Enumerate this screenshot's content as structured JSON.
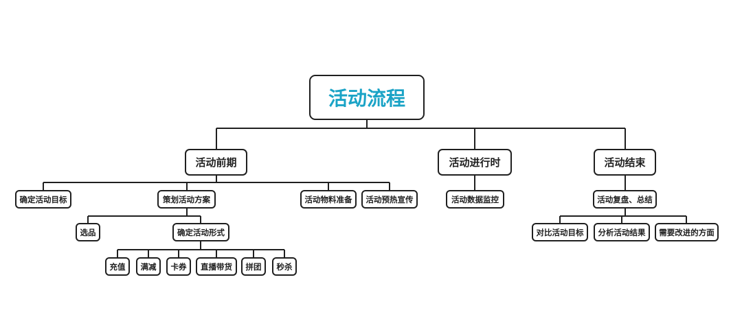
{
  "colors": {
    "root_text": "#1aa3c6",
    "line": "#1f1f1f",
    "node_border": "#1f1f1f"
  },
  "root": {
    "label": "活动流程"
  },
  "phase_pre": {
    "label": "活动前期",
    "goal": "确定活动目标",
    "plan": "策划活动方案",
    "selection": "选品",
    "form": "确定活动形式",
    "form_options": [
      "充值",
      "满减",
      "卡券",
      "直播带货",
      "拼团",
      "秒杀"
    ],
    "materials": "活动物料准备",
    "warmup": "活动预热宣传"
  },
  "phase_during": {
    "label": "活动进行时",
    "monitor": "活动数据监控"
  },
  "phase_end": {
    "label": "活动结束",
    "review": "活动复盘、总结",
    "review_items": [
      "对比活动目标",
      "分析活动结果",
      "需要改进的方面"
    ]
  }
}
